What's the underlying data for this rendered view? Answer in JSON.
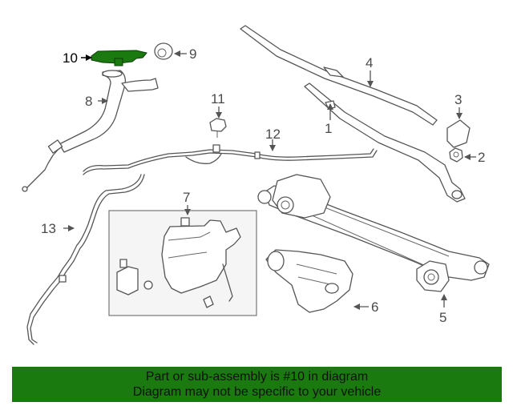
{
  "callouts": [
    "10",
    "9",
    "8",
    "11",
    "12",
    "7",
    "13",
    "4",
    "1",
    "3",
    "2",
    "6",
    "5"
  ],
  "banner": {
    "line1": "Part or sub-assembly is #10 in diagram",
    "line2": "Diagram may not be specific to your vehicle"
  },
  "colors": {
    "highlight": "#1a7a10",
    "banner_bg": "#1a7a10",
    "line": "#555555"
  }
}
